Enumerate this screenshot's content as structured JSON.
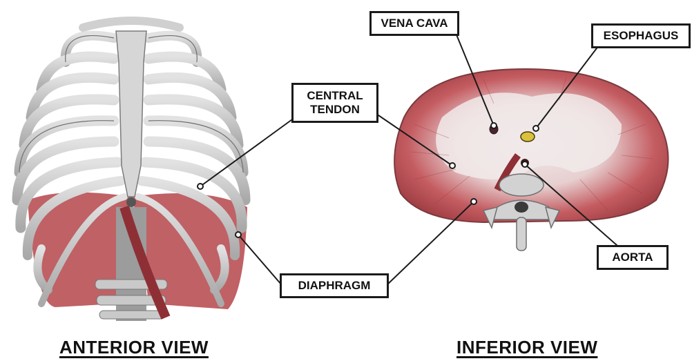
{
  "labels": {
    "vena_cava": "VENA CAVA",
    "esophagus": "ESOPHAGUS",
    "central_tendon": "CENTRAL\nTENDON",
    "aorta": "AORTA",
    "diaphragm": "DIAPHRAGM"
  },
  "views": {
    "anterior": "ANTERIOR VIEW",
    "inferior": "INFERIOR VIEW"
  },
  "colors": {
    "muscle": "#b5454a",
    "muscle_dark": "#8e2f36",
    "bone": "#cfcfcf",
    "bone_dark": "#8a8a8a",
    "tendon": "#ece4e4"
  }
}
